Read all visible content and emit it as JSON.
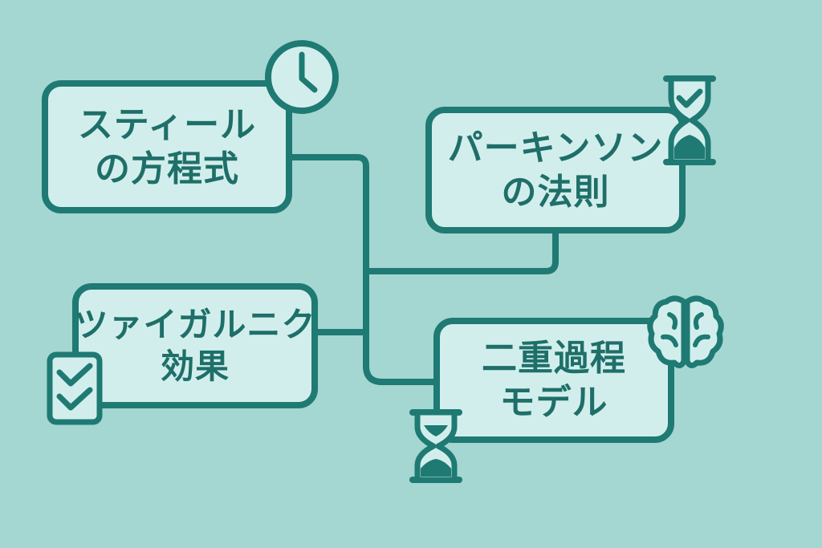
{
  "theme": {
    "background": "#a4d6d2",
    "box_fill": "#d2eeec",
    "stroke": "#1e7a73",
    "text": "#1f6f69"
  },
  "nodes": {
    "steel": {
      "line1": "スティール",
      "line2": "の方程式",
      "icon": "clock-icon"
    },
    "parkinson": {
      "line1": "パーキンソン",
      "line2": "の法則",
      "icon": "hourglass-check-icon"
    },
    "zeigarnik": {
      "line1": "ツァイガルニク",
      "line2": "効果",
      "icon": "checklist-icon"
    },
    "dual": {
      "line1": "二重過程",
      "line2": "モデル",
      "icons": [
        "brain-icon",
        "hourglass-icon"
      ]
    }
  }
}
